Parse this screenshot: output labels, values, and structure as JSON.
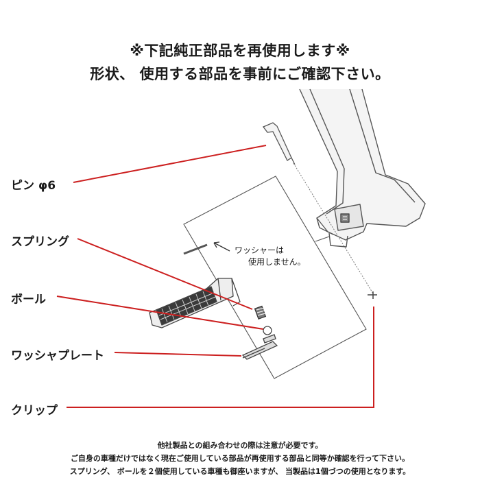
{
  "header": {
    "line1": "※下記純正部品を再使用します※",
    "line2": "形状、 使用する部品を事前にご確認下さい。"
  },
  "parts": {
    "pin": "ピン φ6",
    "spring": "スプリング",
    "ball": "ボール",
    "washer_plate": "ワッシャプレート",
    "clip": "クリップ"
  },
  "washer_note": {
    "line1": "ワッシャーは",
    "line2": "使用しません。"
  },
  "footer": {
    "line1": "他社製品との組み合わせの際は注意が必要です。",
    "line2": "ご自身の車種だけではなく現在ご使用している部品が再使用する部品と同等か確認を行って下さい。",
    "line3": "スプリング、 ボールを２個使用している車種も御座いますが、 当製品は1個づつの使用となります。"
  },
  "colors": {
    "leader_line": "#cc1f1f",
    "drawing": "#555555",
    "text": "#1a1a1a"
  }
}
